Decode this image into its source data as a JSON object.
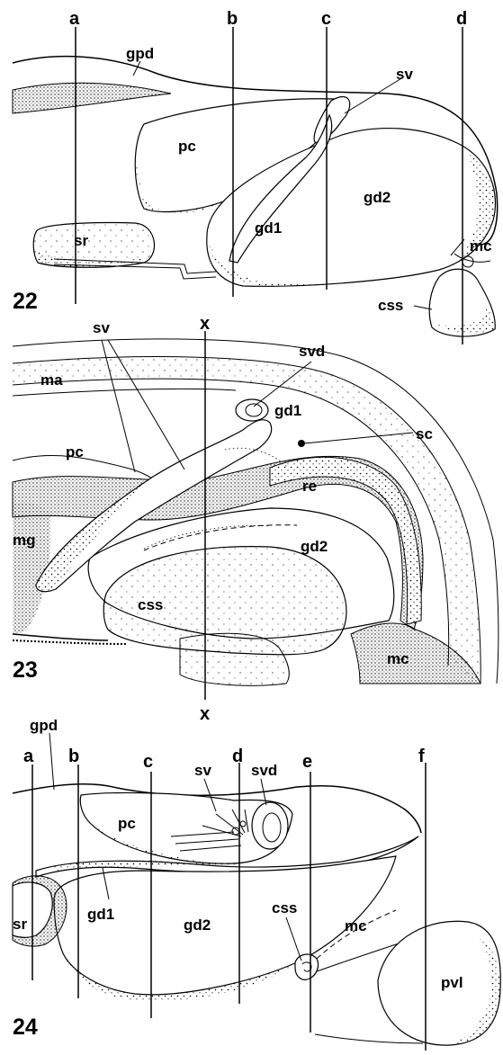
{
  "figures": [
    {
      "number": "22",
      "section_marks": [
        "a",
        "b",
        "c",
        "d"
      ],
      "labels": [
        "gpd",
        "sv",
        "pc",
        "gd2",
        "gd1",
        "sr",
        "mc",
        "css"
      ]
    },
    {
      "number": "23",
      "section_marks": [
        "x",
        "x"
      ],
      "labels": [
        "sv",
        "svd",
        "ma",
        "gd1",
        "sc",
        "pc",
        "re",
        "mg",
        "gd2",
        "css",
        "mc"
      ]
    },
    {
      "number": "24",
      "section_marks": [
        "a",
        "b",
        "c",
        "d",
        "e",
        "f"
      ],
      "labels": [
        "gpd",
        "sv",
        "svd",
        "pc",
        "css",
        "mc",
        "sr",
        "gd1",
        "gd2",
        "pvl"
      ]
    }
  ],
  "colors": {
    "ink": "#000000",
    "paper": "#ffffff"
  }
}
